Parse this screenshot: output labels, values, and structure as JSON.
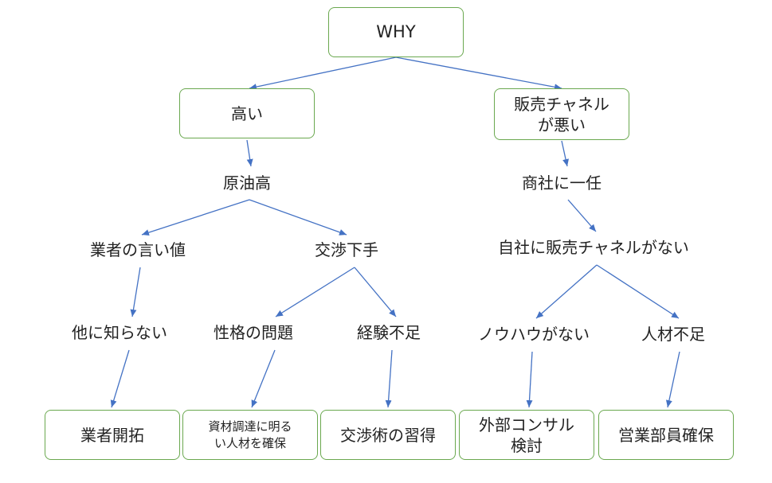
{
  "colors": {
    "box_border": "#6aa84f",
    "arrow": "#4472c4",
    "text": "#222222"
  },
  "nodes": {
    "why": "WHY",
    "takai": "高い",
    "hanbai": "販売チャネル\nが悪い",
    "genyu": "原油高",
    "shosha": "商社に一任",
    "gyosha": "業者の言い値",
    "kosho": "交渉下手",
    "jisha": "自社に販売チャネルがない",
    "hoka": "他に知らない",
    "seikaku": "性格の問題",
    "keiken": "経験不足",
    "nouhau": "ノウハウがない",
    "jinzai": "人材不足",
    "kaitaku": "業者開拓",
    "shizai": "資材調達に明る\nい人材を確保",
    "shutoku": "交渉術の習得",
    "gaibu": "外部コンサル\n検討",
    "eigyo": "営業部員確保"
  },
  "edges": [
    [
      "why",
      "takai"
    ],
    [
      "why",
      "hanbai"
    ],
    [
      "takai",
      "genyu"
    ],
    [
      "hanbai",
      "shosha"
    ],
    [
      "genyu",
      "gyosha"
    ],
    [
      "genyu",
      "kosho"
    ],
    [
      "shosha",
      "jisha"
    ],
    [
      "gyosha",
      "hoka"
    ],
    [
      "kosho",
      "seikaku"
    ],
    [
      "kosho",
      "keiken"
    ],
    [
      "jisha",
      "nouhau"
    ],
    [
      "jisha",
      "jinzai"
    ],
    [
      "hoka",
      "kaitaku"
    ],
    [
      "seikaku",
      "shizai"
    ],
    [
      "keiken",
      "shutoku"
    ],
    [
      "nouhau",
      "gaibu"
    ],
    [
      "jinzai",
      "eigyo"
    ]
  ]
}
